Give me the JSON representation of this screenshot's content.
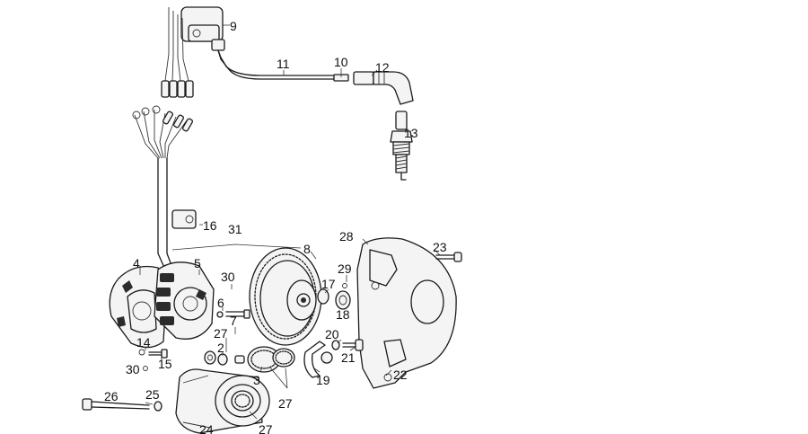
{
  "callouts": [
    {
      "id": "c1",
      "label": "9"
    },
    {
      "id": "c2",
      "label": "11"
    },
    {
      "id": "c3",
      "label": "10"
    },
    {
      "id": "c4",
      "label": "12"
    },
    {
      "id": "c5",
      "label": "13"
    },
    {
      "id": "c6",
      "label": "16"
    },
    {
      "id": "c7",
      "label": "31"
    },
    {
      "id": "c8",
      "label": "8"
    },
    {
      "id": "c9",
      "label": "28"
    },
    {
      "id": "c10",
      "label": "23"
    },
    {
      "id": "c11",
      "label": "4"
    },
    {
      "id": "c12",
      "label": "5"
    },
    {
      "id": "c13",
      "label": "30"
    },
    {
      "id": "c14",
      "label": "29"
    },
    {
      "id": "c15",
      "label": "17"
    },
    {
      "id": "c16",
      "label": "6"
    },
    {
      "id": "c17",
      "label": "18"
    },
    {
      "id": "c18",
      "label": "7"
    },
    {
      "id": "c19",
      "label": "27"
    },
    {
      "id": "c20",
      "label": "2"
    },
    {
      "id": "c21",
      "label": "20"
    },
    {
      "id": "c22",
      "label": "14"
    },
    {
      "id": "c23",
      "label": "15"
    },
    {
      "id": "c24",
      "label": "21"
    },
    {
      "id": "c25",
      "label": "30"
    },
    {
      "id": "c26",
      "label": "3"
    },
    {
      "id": "c27",
      "label": "19"
    },
    {
      "id": "c28",
      "label": "22"
    },
    {
      "id": "c29",
      "label": "26"
    },
    {
      "id": "c30",
      "label": "25"
    },
    {
      "id": "c31",
      "label": "27"
    },
    {
      "id": "c32",
      "label": "24"
    },
    {
      "id": "c33",
      "label": "27"
    }
  ]
}
